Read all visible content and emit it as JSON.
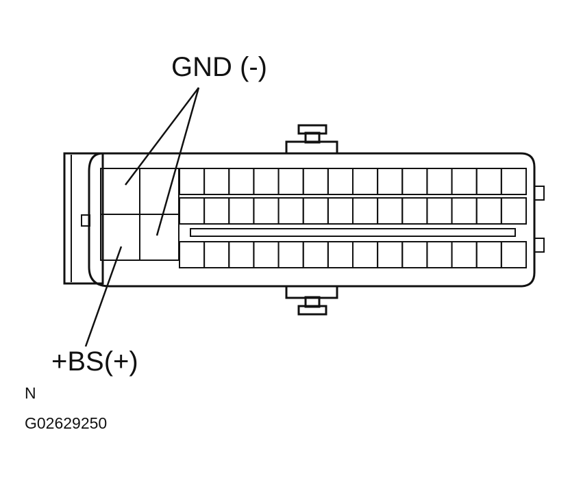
{
  "labels": {
    "gnd": "GND (-)",
    "bs": "+BS(+)",
    "view_marker": "N",
    "figure_code": "G02629250"
  },
  "connector": {
    "row_count": 3,
    "large_cell_columns": 2,
    "small_cell_columns": 14
  },
  "colors": {
    "line": "#111111",
    "background": "#ffffff"
  }
}
